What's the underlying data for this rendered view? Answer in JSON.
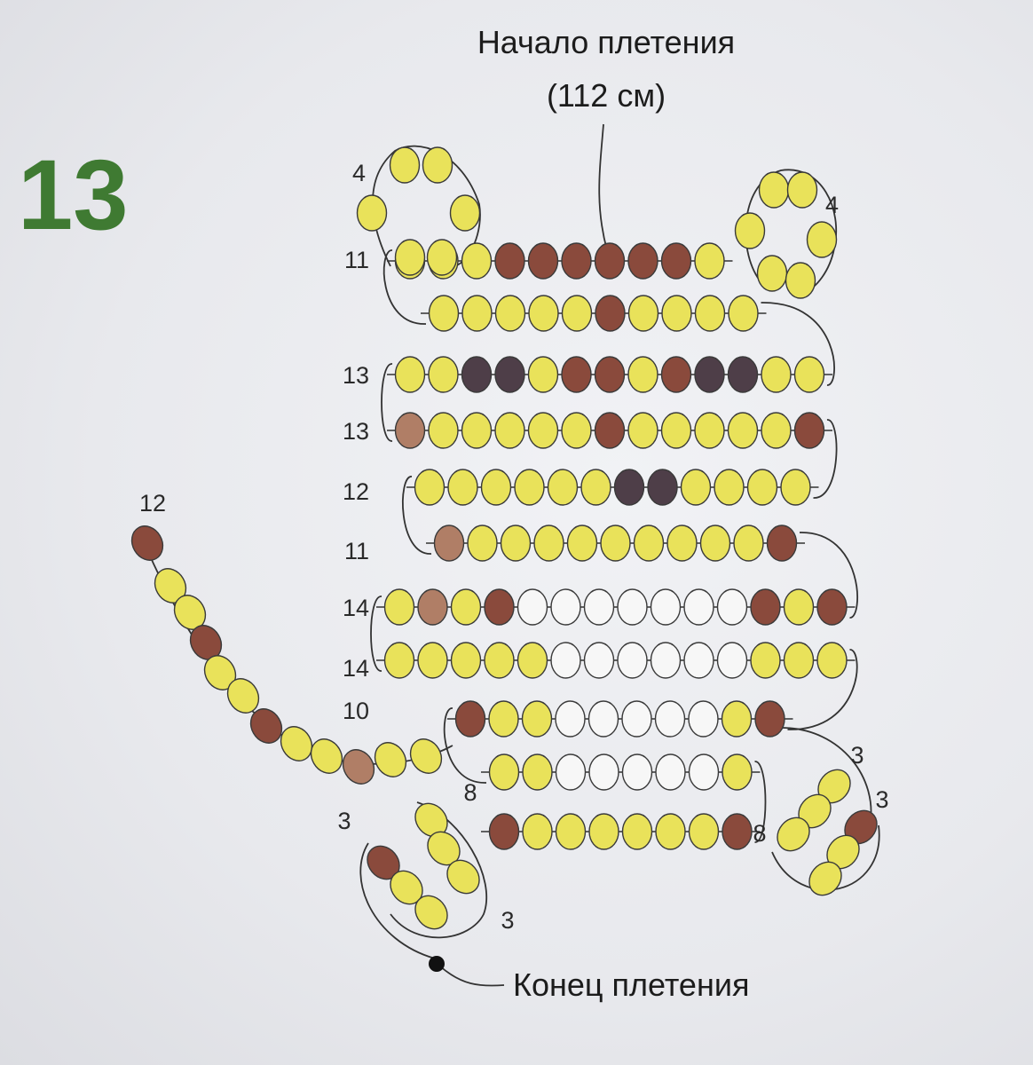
{
  "scheme_number": "13",
  "start_label_line1": "Начало плетения",
  "start_label_line2": "(112 см)",
  "end_label": "Конец плетения",
  "colors": {
    "Y": "#e9e25a",
    "B": "#8a4a3c",
    "D": "#4e3e48",
    "P": "#b07e66",
    "W": "#f7f7f7",
    "green": "#3f7a32"
  },
  "body_rows": [
    {
      "label": "11",
      "beads": "YYYBBBBBBY"
    },
    {
      "label": "",
      "beads": "YYYYYBYYYY"
    },
    {
      "label": "13",
      "beads": "YYDDYBBYBDDYY"
    },
    {
      "label": "13",
      "beads": "PYYYYYBYYYYYB"
    },
    {
      "label": "12",
      "beads": "YYYYYYDDYYYY"
    },
    {
      "label": "11",
      "beads": "PYYYYYYYYYB"
    },
    {
      "label": "14",
      "beads": "YPYBWWWWWWWBYB"
    },
    {
      "label": "14",
      "beads": "YYYYYWWWWWWYYY"
    },
    {
      "label": "10",
      "beads": "BYYWWWWWYB"
    },
    {
      "label": "",
      "beads": "YYWWWWWY"
    },
    {
      "label": "",
      "beads": "BYYYYYYB"
    }
  ],
  "ear_left_label": "4",
  "ear_right_label": "4",
  "tail_label": "12",
  "paw_labels": [
    "8",
    "8",
    "3",
    "3",
    "3",
    "3"
  ]
}
